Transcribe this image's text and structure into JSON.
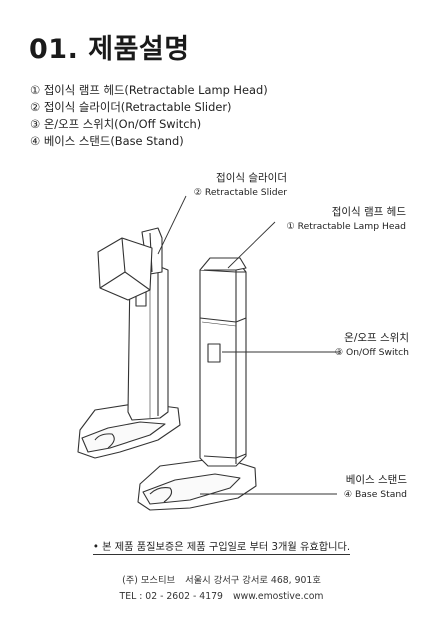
{
  "title": "01. 제품설명",
  "parts": [
    "① 접이식 램프 헤드(Retractable Lamp Head)",
    "② 접이식 슬라이더(Retractable Slider)",
    "③ 온/오프 스위치(On/Off Switch)",
    "④ 베이스 스탠드(Base Stand)"
  ],
  "callouts": {
    "slider": {
      "ko": "접이식 슬라이더",
      "en": "② Retractable Slider"
    },
    "lamp_head": {
      "ko": "접이식 램프 헤드",
      "en": "① Retractable Lamp Head"
    },
    "switch": {
      "ko": "온/오프 스위치",
      "en": "③ On/Off Switch"
    },
    "base": {
      "ko": "베이스 스탠드",
      "en": "④ Base Stand"
    }
  },
  "warranty": "• 본 제품 품질보증은 제품 구입일로 부터 3개월 유효합니다.",
  "footer": {
    "company": "(주) 모스티브",
    "address": "서울시 강서구 강서로 468, 901호",
    "tel": "TEL : 02 - 2602 - 4179",
    "website": "www.emostive.com"
  }
}
